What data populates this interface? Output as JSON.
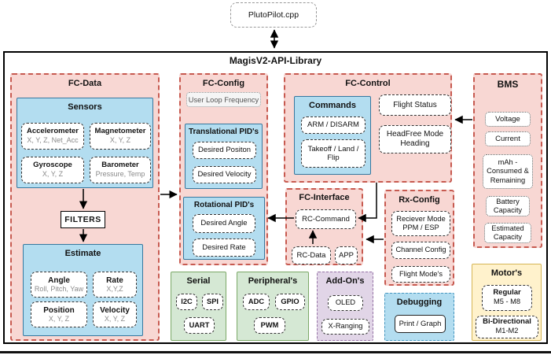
{
  "colors": {
    "panel_pink_fill": "#f8d7d3",
    "panel_pink_border": "#c75a50",
    "box_blue_fill": "#b3ddf0",
    "box_blue_border": "#36789f",
    "panel_green_fill": "#d5e8d4",
    "panel_green_border": "#7ca968",
    "panel_purple_fill": "#e1d5e7",
    "panel_purple_border": "#9673a6",
    "panel_yellow_fill": "#fff2cc",
    "panel_yellow_border": "#d6b656",
    "debug_dash_border": "#4596bf"
  },
  "pluto_label": "PlutoPilot.cpp",
  "library_title": "MagisV2-API-Library",
  "fc_data": {
    "title": "FC-Data",
    "sensors": {
      "title": "Sensors",
      "items": [
        {
          "name": "Accelerometer",
          "sub": "X, Y, Z, Net_Acc"
        },
        {
          "name": "Magnetometer",
          "sub": "X, Y, Z"
        },
        {
          "name": "Gyroscope",
          "sub": "X, Y, Z"
        },
        {
          "name": "Barometer",
          "sub": "Pressure, Temp"
        }
      ]
    },
    "filters_label": "FILTERS",
    "estimate": {
      "title": "Estimate",
      "items": [
        {
          "name": "Angle",
          "sub": "Roll, Pitch, Yaw"
        },
        {
          "name": "Rate",
          "sub": "X,Y,Z"
        },
        {
          "name": "Position",
          "sub": "X, Y, Z"
        },
        {
          "name": "Velocity",
          "sub": "X, Y, Z"
        }
      ]
    }
  },
  "fc_config": {
    "title": "FC-Config",
    "user_loop": "User Loop Frequency",
    "translational": {
      "title": "Translational PID's",
      "items": [
        "Desired Positon",
        "Desired Velocity"
      ]
    },
    "rotational": {
      "title": "Rotational PID's",
      "items": [
        "Desired Angle",
        "Desired Rate"
      ]
    }
  },
  "fc_control": {
    "title": "FC-Control",
    "commands": {
      "title": "Commands",
      "items": [
        "ARM / DISARM",
        "Takeoff / Land / Flip"
      ]
    },
    "flight_status": "Flight Status",
    "headfree": "HeadFree Mode Heading"
  },
  "bms": {
    "title": "BMS",
    "items": [
      "Voltage",
      "Current",
      "mAh - Consumed & Remaining",
      "Battery Capacity",
      "Estimated Capacity"
    ]
  },
  "fc_interface": {
    "title": "FC-Interface",
    "rc_command": "RC-Command",
    "rc_data": "RC-Data",
    "app": "APP"
  },
  "rx_config": {
    "title": "Rx-Config",
    "items": [
      "Reciever Mode PPM / ESP",
      "Channel Config",
      "Flight Mode's"
    ]
  },
  "serial": {
    "title": "Serial",
    "items": [
      "I2C",
      "SPI",
      "UART"
    ]
  },
  "peripherals": {
    "title": "Peripheral's",
    "items": [
      "ADC",
      "GPIO",
      "PWM"
    ]
  },
  "addons": {
    "title": "Add-On's",
    "items": [
      "OLED",
      "X-Ranging"
    ]
  },
  "debugging": {
    "title": "Debugging",
    "print_graph": "Print / Graph"
  },
  "motors": {
    "title": "Motor's",
    "items": [
      {
        "name": "Regular",
        "sub": "M5 - M8"
      },
      {
        "name": "Bi-Directional",
        "sub": "M1-M2"
      }
    ]
  }
}
